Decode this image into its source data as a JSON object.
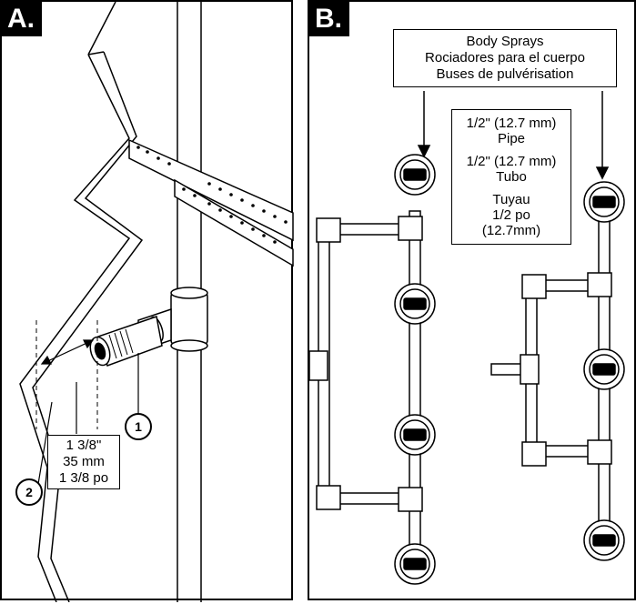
{
  "panel_a": {
    "tag": "A.",
    "callout_1": "1",
    "callout_2": "2",
    "measure": {
      "imperial": "1 3/8\"",
      "metric": "35 mm",
      "french": "1 3/8 po"
    }
  },
  "panel_b": {
    "tag": "B.",
    "title": {
      "en": "Body Sprays",
      "es": "Rociadores para el cuerpo",
      "fr": "Buses de pulvérisation"
    },
    "pipe": {
      "en1": "1/2\" (12.7 mm)",
      "en2": "Pipe",
      "es1": "1/2\" (12.7 mm)",
      "es2": "Tubo",
      "fr1": "Tuyau",
      "fr2": "1/2 po",
      "fr3": "(12.7mm)"
    }
  }
}
